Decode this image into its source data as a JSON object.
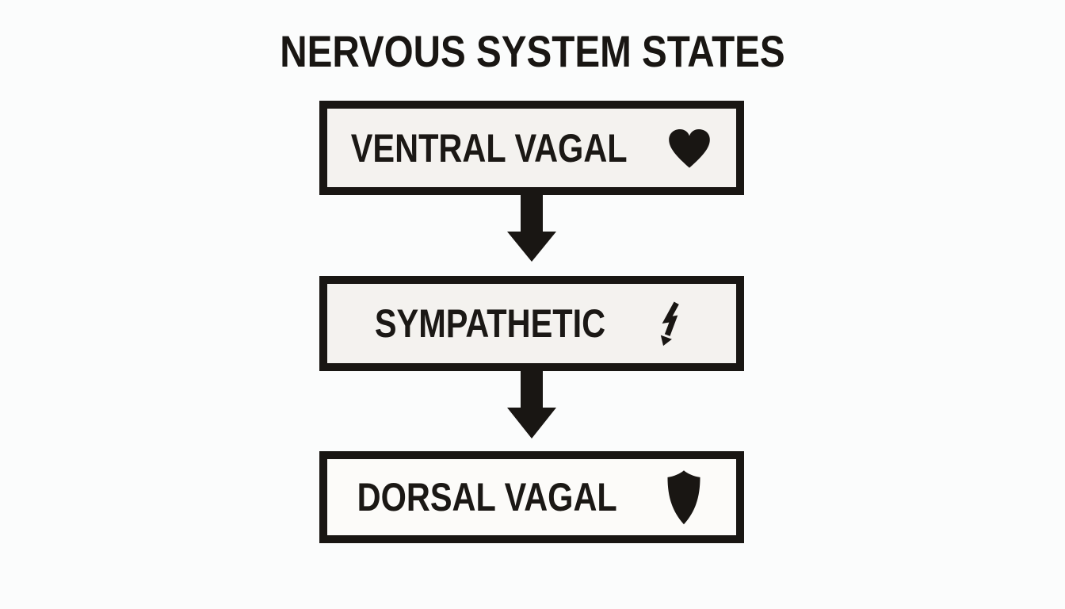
{
  "title": "NERVOUS SYSTEM STATES",
  "flow": {
    "nodes": [
      {
        "label": "VENTRAL VAGAL",
        "icon": "heart-icon"
      },
      {
        "label": "SYMPATHETIC",
        "icon": "lightning-bolt-icon"
      },
      {
        "label": "DORSAL VAGAL",
        "icon": "shield-icon"
      }
    ],
    "connector": "down-arrow"
  },
  "colors": {
    "ink": "#191613",
    "box_fill": "#f4f2ef",
    "box_fill_bottom": "#fcfbf9",
    "page_background": "#fbfcfc"
  }
}
